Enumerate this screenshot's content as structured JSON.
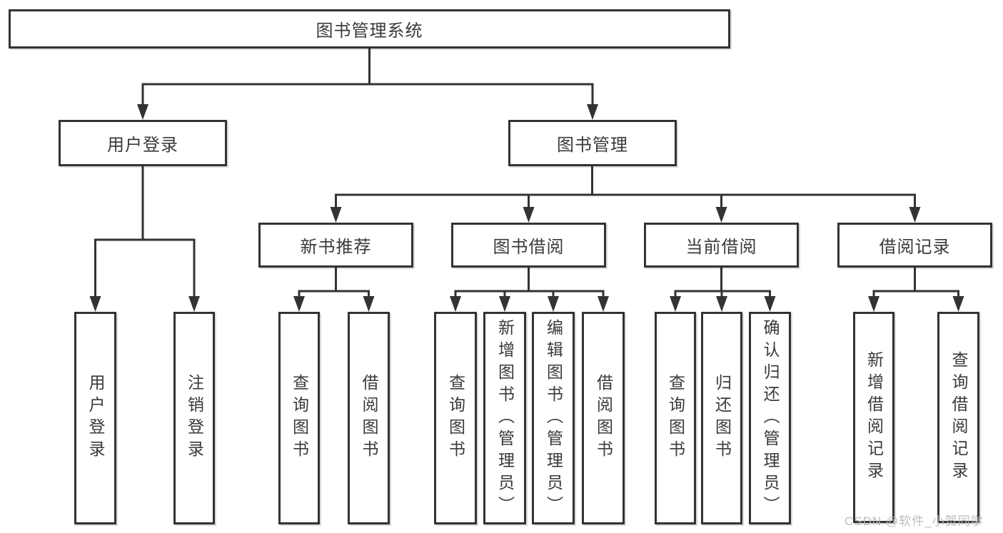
{
  "diagram": {
    "root": {
      "label": "图书管理系统"
    },
    "level2": [
      {
        "label": "用户登录"
      },
      {
        "label": "图书管理"
      }
    ],
    "level3": [
      {
        "label": "新书推荐"
      },
      {
        "label": "图书借阅"
      },
      {
        "label": "当前借阅"
      },
      {
        "label": "借阅记录"
      }
    ],
    "leaves": [
      {
        "label": "用户登录"
      },
      {
        "label": "注销登录"
      },
      {
        "label": "查询图书"
      },
      {
        "label": "借阅图书"
      },
      {
        "label": "查询图书"
      },
      {
        "label": "新增图书（管理员）"
      },
      {
        "label": "编辑图书（管理员）"
      },
      {
        "label": "借阅图书"
      },
      {
        "label": "查询图书"
      },
      {
        "label": "归还图书"
      },
      {
        "label": "确认归还（管理员）"
      },
      {
        "label": "新增借阅记录"
      },
      {
        "label": "查询借阅记录"
      }
    ],
    "colors": {
      "line": "#333333",
      "box_border": "#333333",
      "text": "#3a3a3a",
      "background": "#ffffff",
      "watermark": "#b9b9b9"
    }
  },
  "watermark": {
    "text": "CSDN @软件_小贺同学"
  }
}
